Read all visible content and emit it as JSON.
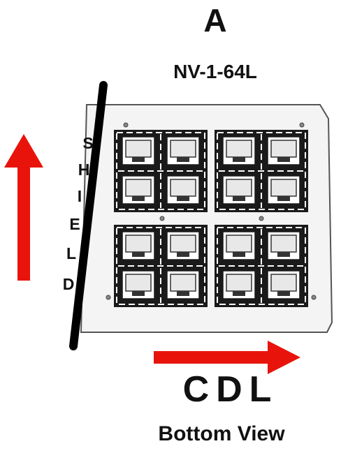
{
  "diagram": {
    "panel_letter": "A",
    "model": "NV-1-64L",
    "side_label": "SHIELD",
    "side_letters": [
      "S",
      "H",
      "I",
      "E",
      "L",
      "D"
    ],
    "bottom_label": "CDL",
    "view_label": "Bottom View",
    "connector_blocks": 4,
    "jacks_per_block": 4
  },
  "colors": {
    "arrow": "#e8140c",
    "shield_bar": "#000000",
    "panel_fill": "#f4f4f4",
    "panel_stroke": "#555555",
    "connector": "#1a1a1a"
  },
  "icons": {
    "up_arrow": "arrow-up-icon",
    "right_arrow": "arrow-right-icon"
  }
}
